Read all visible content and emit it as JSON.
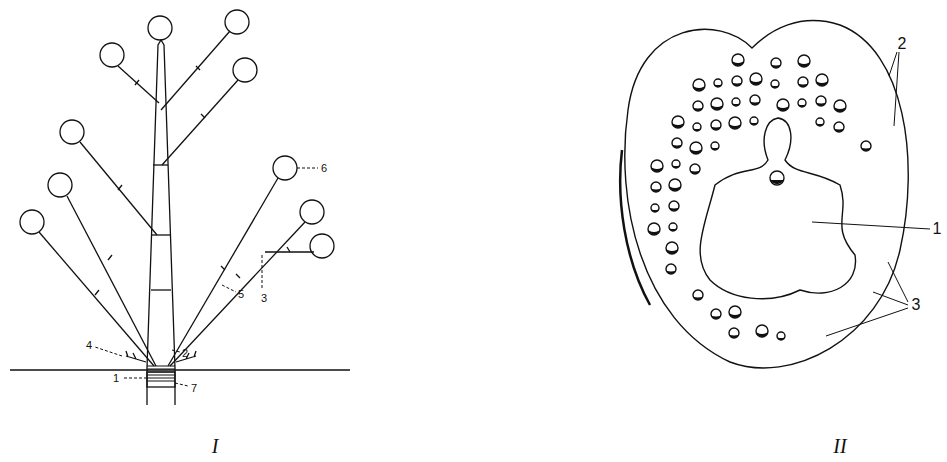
{
  "diagram": {
    "labels": [
      "6",
      "5",
      "2",
      "3",
      "4",
      "1",
      "7",
      "2",
      "1",
      "3",
      "I",
      "II"
    ]
  }
}
